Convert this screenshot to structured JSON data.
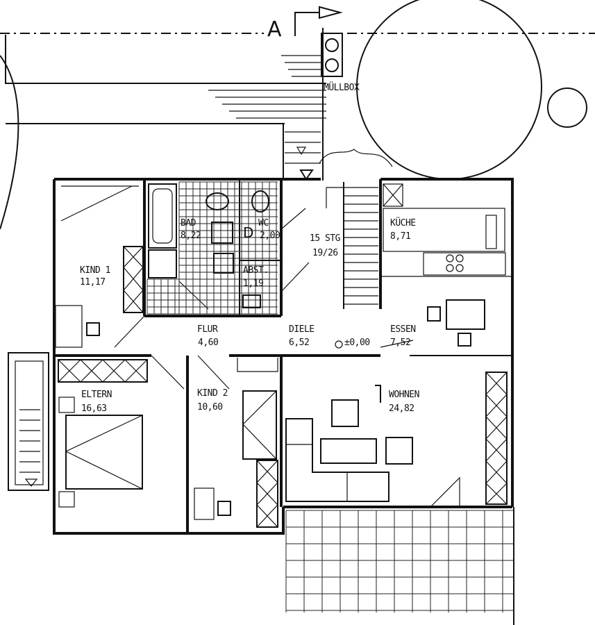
{
  "section_marker": "A",
  "labels": {
    "muellbox": "MÜLLBOX",
    "kind1_name": "KIND 1",
    "kind1_area": "11,17",
    "bad_name": "BAD",
    "bad_area": "8,22",
    "wc_name": "WC",
    "wc_area": "2,00",
    "abst_name": "ABST.",
    "abst_area": "1,19",
    "stairs_name": "15 STG",
    "stairs_ratio": "19/26",
    "kueche_name": "KÜCHE",
    "kueche_area": "8,71",
    "flur_name": "FLUR",
    "flur_area": "4,60",
    "diele_name": "DIELE",
    "diele_area": "6,52",
    "level": "±0,00",
    "essen_name": "ESSEN",
    "essen_area": "7,52",
    "eltern_name": "ELTERN",
    "eltern_area": "16,63",
    "kind2_name": "KIND 2",
    "kind2_area": "10,60",
    "wohnen_name": "WOHNEN",
    "wohnen_area": "24,82",
    "dryer_letter": "D"
  }
}
